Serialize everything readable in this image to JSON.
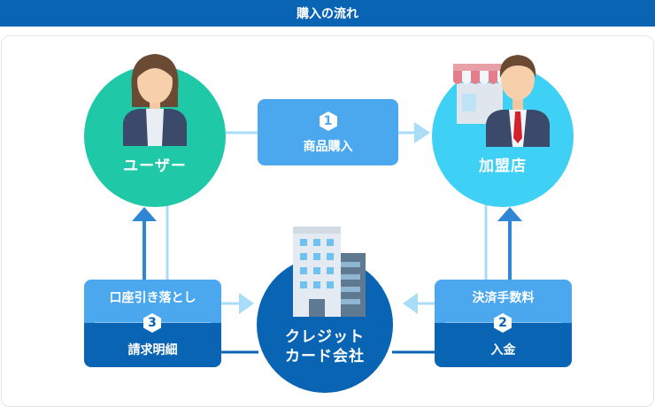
{
  "header": {
    "title": "購入の流れ"
  },
  "nodes": {
    "user": "ユーザー",
    "merchant": "加盟店",
    "card_company_line1": "クレジット",
    "card_company_line2": "カード会社"
  },
  "steps": {
    "purchase": {
      "number": "1",
      "label": "商品購入"
    },
    "settlement": {
      "top_label": "決済手数料",
      "number": "2",
      "bottom_label": "入金"
    },
    "billing": {
      "top_label": "口座引き落とし",
      "number": "3",
      "bottom_label": "請求明細"
    }
  },
  "colors": {
    "header": "#0a64b4",
    "user_circle": "#1fc8a6",
    "merchant_circle": "#3fd0f5",
    "card_circle": "#0a64b4",
    "light_box": "#4ba8ee",
    "dark_box": "#0a64b4",
    "connector": "#a8dcf7",
    "arrow_dark": "#2f86d4"
  },
  "icons": [
    "woman-user-icon",
    "businessman-icon",
    "shop-awning-icon",
    "office-building-icon"
  ]
}
